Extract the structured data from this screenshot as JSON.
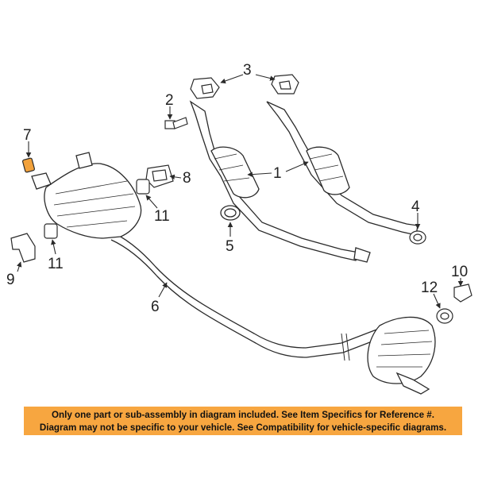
{
  "callouts": {
    "c1": "1",
    "c2": "2",
    "c3": "3",
    "c4": "4",
    "c5": "5",
    "c6": "6",
    "c7": "7",
    "c8": "8",
    "c9": "9",
    "c10": "10",
    "c11a": "11",
    "c11b": "11",
    "c12": "12"
  },
  "notice": {
    "line1": "Only one part or sub-assembly in diagram included. See Item Specifics for Reference #.",
    "line2": "Diagram may not be specific to your vehicle. See Compatibility for vehicle-specific diagrams."
  },
  "colors": {
    "banner": "#f7a640",
    "highlight": "#f2a23c",
    "line": "#2a2a2a"
  }
}
